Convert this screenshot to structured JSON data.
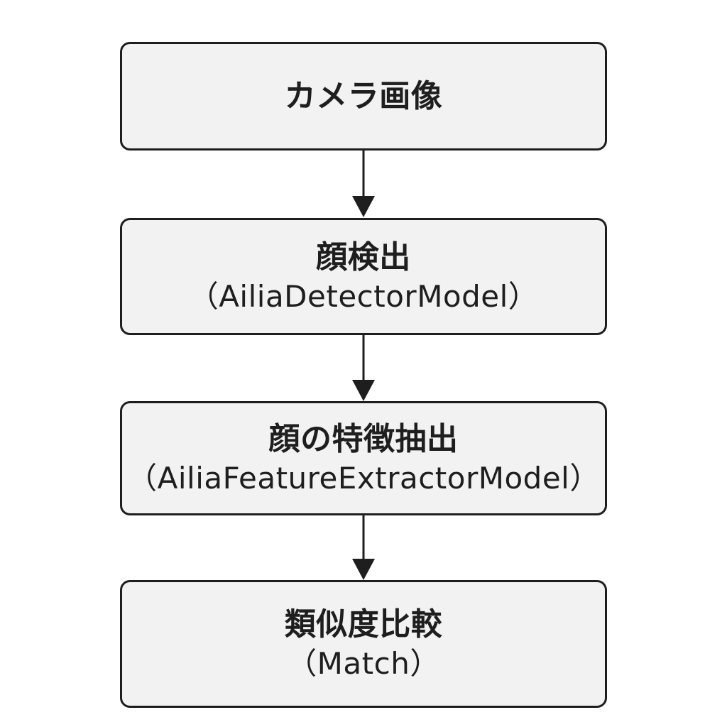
{
  "colors": {
    "stroke": "#1e1e1e",
    "box_fill": "#f2f2f2",
    "background": "#ffffff"
  },
  "steps": [
    {
      "title": "カメラ画像",
      "subtitle": ""
    },
    {
      "title": "顔検出",
      "subtitle": "（AiliaDetectorModel）"
    },
    {
      "title": "顔の特徴抽出",
      "subtitle": "（AiliaFeatureExtractorModel）"
    },
    {
      "title": "類似度比較",
      "subtitle": "（Match）"
    }
  ]
}
